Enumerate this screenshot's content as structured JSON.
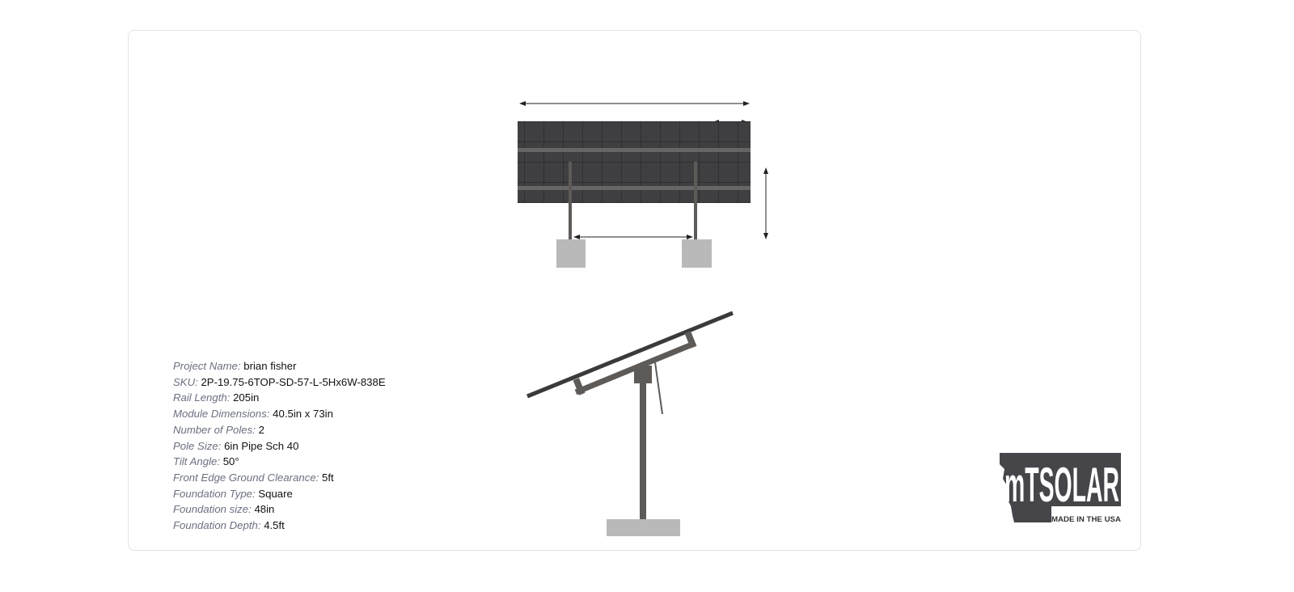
{
  "specs": [
    {
      "label": "Project Name:",
      "value": "brian fisher"
    },
    {
      "label": "SKU:",
      "value": "2P-19.75-6TOP-SD-57-L-5Hx6W-838E"
    },
    {
      "label": "Rail Length:",
      "value": "205in"
    },
    {
      "label": "Module Dimensions:",
      "value": "40.5in x 73in"
    },
    {
      "label": "Number of Poles:",
      "value": "2"
    },
    {
      "label": "Pole Size:",
      "value": "6in Pipe Sch 40"
    },
    {
      "label": "Tilt Angle:",
      "value": "50°"
    },
    {
      "label": "Front Edge Ground Clearance:",
      "value": "5ft"
    },
    {
      "label": "Foundation Type:",
      "value": "Square"
    },
    {
      "label": "Foundation size:",
      "value": "48in"
    },
    {
      "label": "Foundation Depth:",
      "value": "4.5ft"
    }
  ],
  "logo": {
    "brand": "MTSOLAR",
    "tagline": "MADE IN THE USA"
  },
  "colors": {
    "panel": "#3f3f42",
    "steel": "#5e5a58",
    "concrete": "#b9b9b9",
    "logo": "#46464a"
  }
}
